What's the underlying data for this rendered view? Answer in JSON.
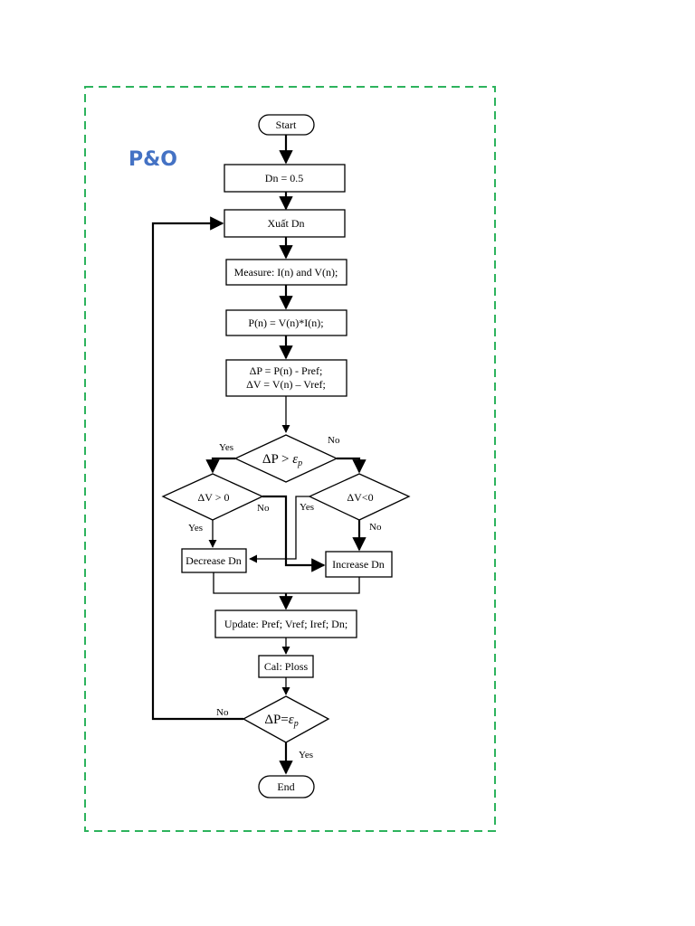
{
  "title": "P&O",
  "colors": {
    "title": "#4472c4",
    "frame": "#2db35d",
    "ink": "#000000"
  },
  "nodes": {
    "start": "Start",
    "init": "Dn = 0.5",
    "output": "Xuất Dn",
    "measure": "Measure: I(n) and V(n);",
    "power": "P(n) = V(n)*I(n);",
    "delta_p": "ΔP = P(n) - Pref;",
    "delta_v": "ΔV = V(n) – Vref;",
    "decision_main_text": "ΔP > ",
    "decision_main_sym": "ε",
    "decision_main_sub": "p",
    "decision_left": "ΔV > 0",
    "decision_right": "ΔV<0",
    "decrease": "Decrease Dn",
    "increase": "Increase Dn",
    "update": "Update: Pref; Vref; Iref; Dn;",
    "calc": "Cal: Ploss",
    "decision_end_text": "ΔP=",
    "decision_end_sym": "ε",
    "decision_end_sub": "p",
    "end": "End"
  },
  "edge_labels": {
    "main_yes": "Yes",
    "main_no": "No",
    "left_yes": "Yes",
    "left_no": "No",
    "right_yes": "Yes",
    "right_no": "No",
    "end_no": "No",
    "end_yes": "Yes"
  }
}
